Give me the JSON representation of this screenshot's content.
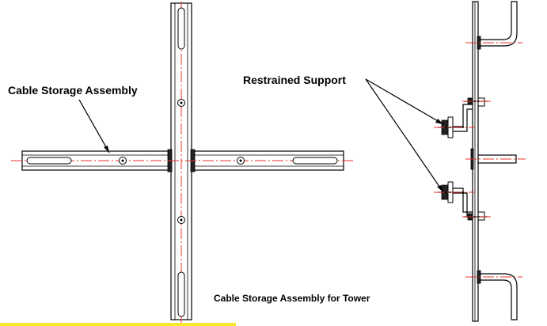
{
  "labels": {
    "cable_storage_assembly": "Cable Storage Assembly",
    "restrained_support": "Restrained Support",
    "caption": "Cable Storage Assembly for Tower"
  },
  "colors": {
    "centerline": "#e8332a",
    "line": "#000000",
    "underline_highlight": "#f7ea2e"
  }
}
